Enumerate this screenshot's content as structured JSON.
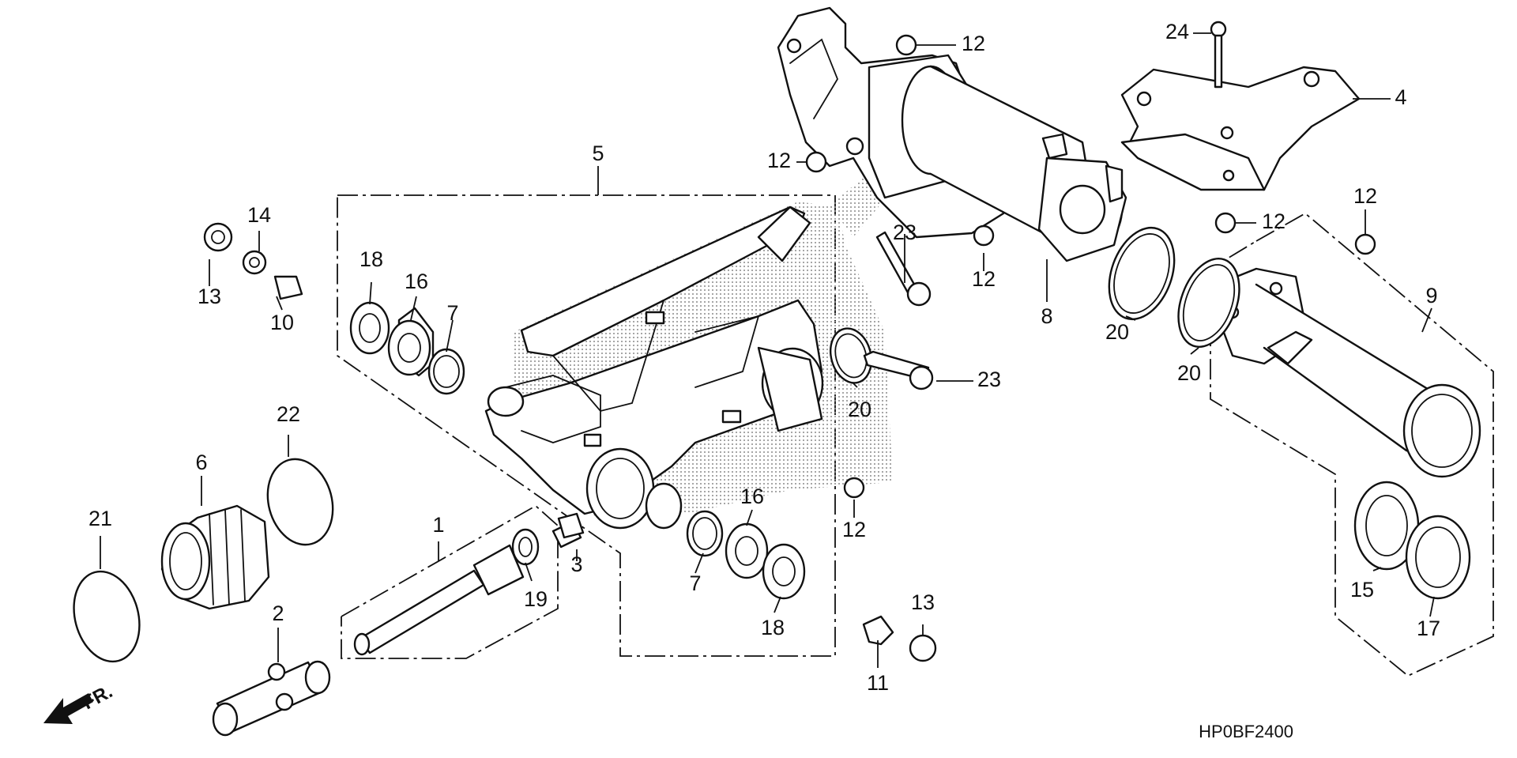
{
  "diagram_code": "HP0BF2400",
  "front_label": "FR.",
  "callouts": {
    "c1": "1",
    "c2": "2",
    "c3": "3",
    "c4": "4",
    "c5": "5",
    "c6": "6",
    "c7a": "7",
    "c7b": "7",
    "c8": "8",
    "c9": "9",
    "c10": "10",
    "c11": "11",
    "c12a": "12",
    "c12b": "12",
    "c12c": "12",
    "c12d": "12",
    "c12e": "12",
    "c12f": "12",
    "c13a": "13",
    "c13b": "13",
    "c14": "14",
    "c15": "15",
    "c16a": "16",
    "c16b": "16",
    "c17": "17",
    "c18a": "18",
    "c18b": "18",
    "c19": "19",
    "c20a": "20",
    "c20b": "20",
    "c20c": "20",
    "c21": "21",
    "c22": "22",
    "c23a": "23",
    "c23b": "23",
    "c24": "24"
  },
  "colors": {
    "ink": "#111111",
    "shade": "#cfcfcf",
    "paper": "#ffffff"
  }
}
